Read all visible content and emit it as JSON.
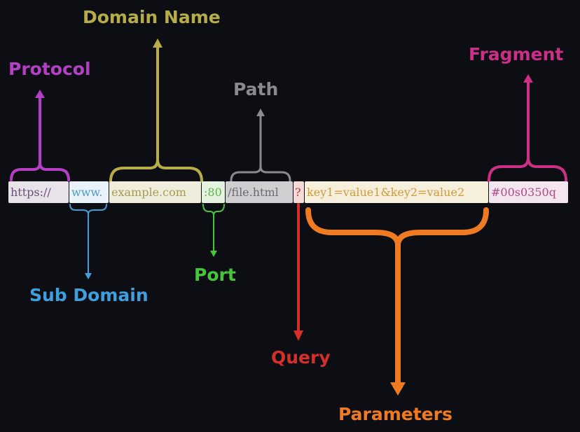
{
  "labels": {
    "protocol": "Protocol",
    "domain_name": "Domain Name",
    "path": "Path",
    "fragment": "Fragment",
    "sub_domain": "Sub Domain",
    "port": "Port",
    "query": "Query",
    "parameters": "Parameters"
  },
  "url_segments": {
    "protocol": "https://",
    "sub_domain": "www.",
    "domain_name": "example.com",
    "port": ":80",
    "path": "/file.html",
    "query": "?",
    "parameters": "key1=value1&key2=value2",
    "fragment": "#00s0350q"
  },
  "colors": {
    "background": "#0d0e13",
    "protocol": "#b43fc4",
    "domain_name": "#b6ad47",
    "path": "#8a8a8e",
    "fragment": "#cc2f86",
    "sub_domain": "#3f9fde",
    "port": "#45c53a",
    "query": "#d4302a",
    "parameters": "#ef7a22"
  }
}
